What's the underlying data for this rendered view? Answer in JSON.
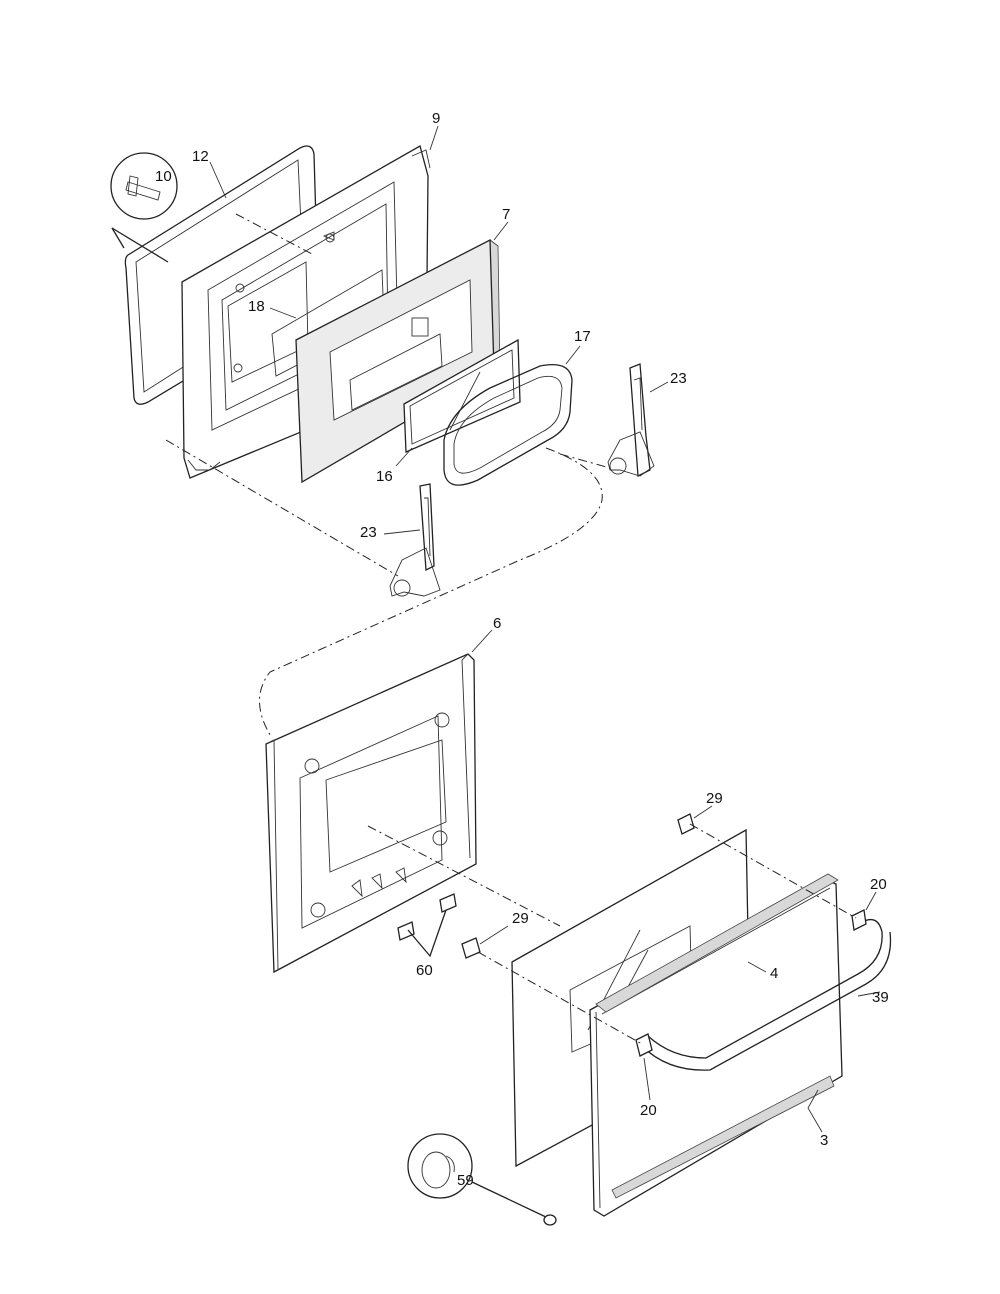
{
  "labels": {
    "p9": "9",
    "p12": "12",
    "p10": "10",
    "p7": "7",
    "p18": "18",
    "p17": "17",
    "p23a": "23",
    "p16": "16",
    "p23b": "23",
    "p6": "6",
    "p29a": "29",
    "p20a": "20",
    "p29b": "29",
    "p4": "4",
    "p60": "60",
    "p39": "39",
    "p20b": "20",
    "p3": "3",
    "p59": "59"
  }
}
